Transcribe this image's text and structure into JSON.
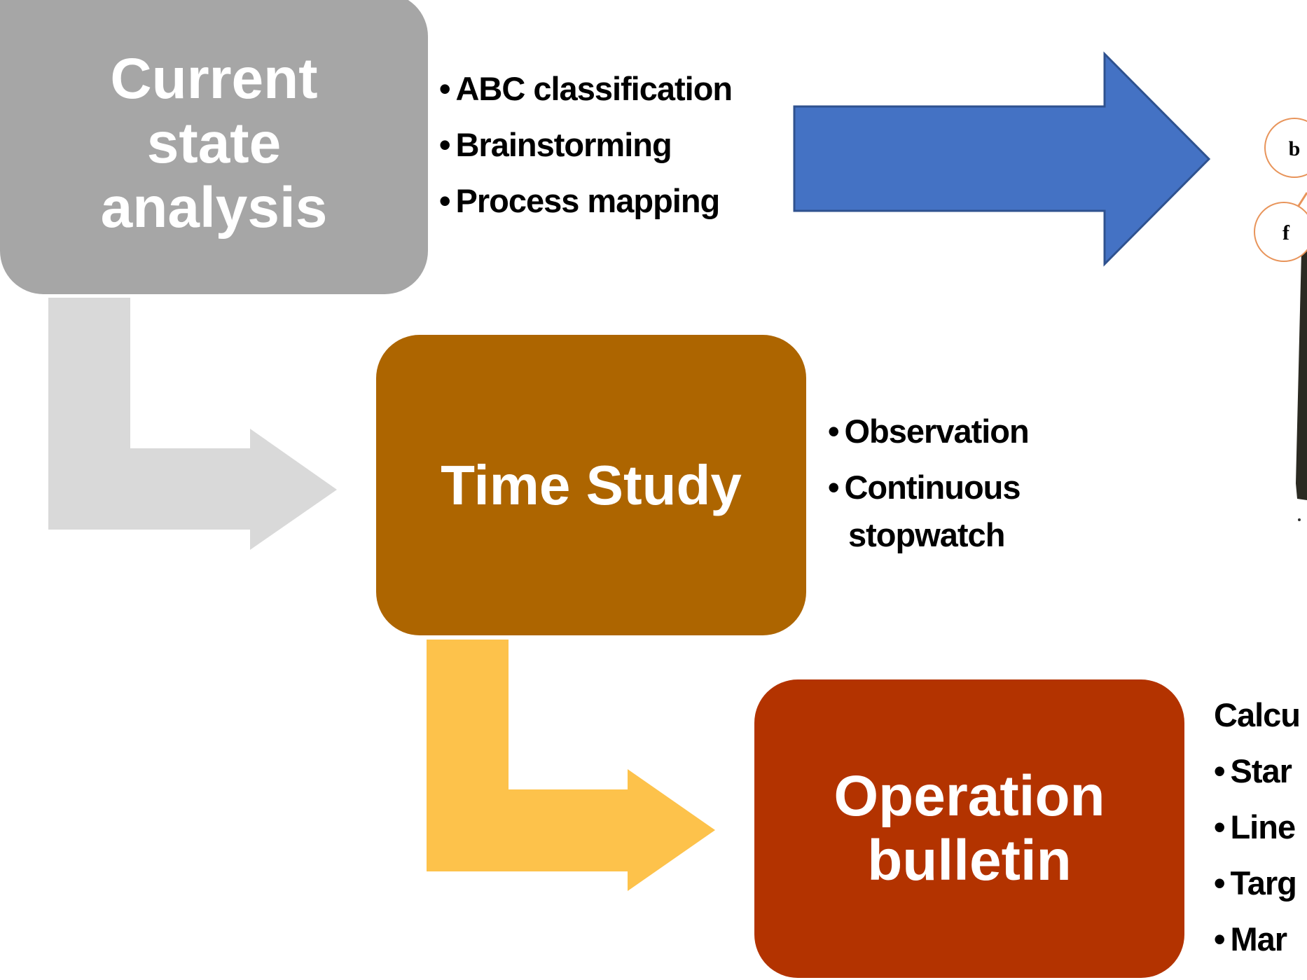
{
  "steps": [
    {
      "title": "Current state analysis",
      "title_lines": [
        "Current",
        "state",
        "analysis"
      ],
      "color": "#a6a6a6",
      "bullets": [
        "ABC classification",
        "Brainstorming",
        "Process mapping"
      ]
    },
    {
      "title": "Time Study",
      "color": "#ad6500",
      "bullets": [
        "Observation",
        "Continuous",
        "stopwatch"
      ]
    },
    {
      "title": "Operation bulletin",
      "title_lines": [
        "Operation",
        "bulletin"
      ],
      "color": "#b33300",
      "heading": "Calcu",
      "bullets": [
        "Star",
        "Line",
        "Targ",
        "Mar"
      ]
    }
  ],
  "arrows": {
    "blue": "#4472c4",
    "gray": "#d9d9d9",
    "yellow": "#fdc24b"
  },
  "figure": {
    "labels": [
      "b",
      "f"
    ],
    "circle_color": "#e8945a"
  }
}
